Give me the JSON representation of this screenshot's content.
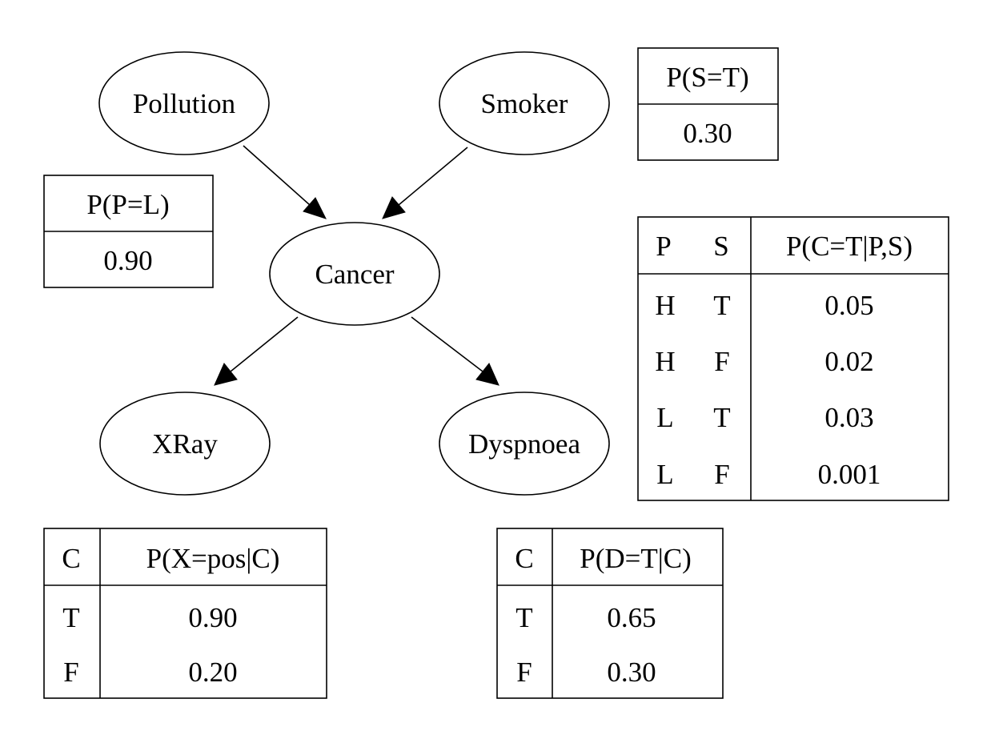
{
  "nodes": {
    "pollution": "Pollution",
    "smoker": "Smoker",
    "cancer": "Cancer",
    "xray": "XRay",
    "dyspnoea": "Dyspnoea"
  },
  "edges": [
    {
      "from": "pollution",
      "to": "cancer"
    },
    {
      "from": "smoker",
      "to": "cancer"
    },
    {
      "from": "cancer",
      "to": "xray"
    },
    {
      "from": "cancer",
      "to": "dyspnoea"
    }
  ],
  "cpt_smoker": {
    "header": "P(S=T)",
    "value": "0.30"
  },
  "cpt_pollution": {
    "header": "P(P=L)",
    "value": "0.90"
  },
  "cpt_cancer": {
    "headers": [
      "P",
      "S",
      "P(C=T|P,S)"
    ],
    "rows": [
      [
        "H",
        "T",
        "0.05"
      ],
      [
        "H",
        "F",
        "0.02"
      ],
      [
        "L",
        "T",
        "0.03"
      ],
      [
        "L",
        "F",
        "0.001"
      ]
    ]
  },
  "cpt_xray": {
    "headers": [
      "C",
      "P(X=pos|C)"
    ],
    "rows": [
      [
        "T",
        "0.90"
      ],
      [
        "F",
        "0.20"
      ]
    ]
  },
  "cpt_dyspnoea": {
    "headers": [
      "C",
      "P(D=T|C)"
    ],
    "rows": [
      [
        "T",
        "0.65"
      ],
      [
        "F",
        "0.30"
      ]
    ]
  }
}
